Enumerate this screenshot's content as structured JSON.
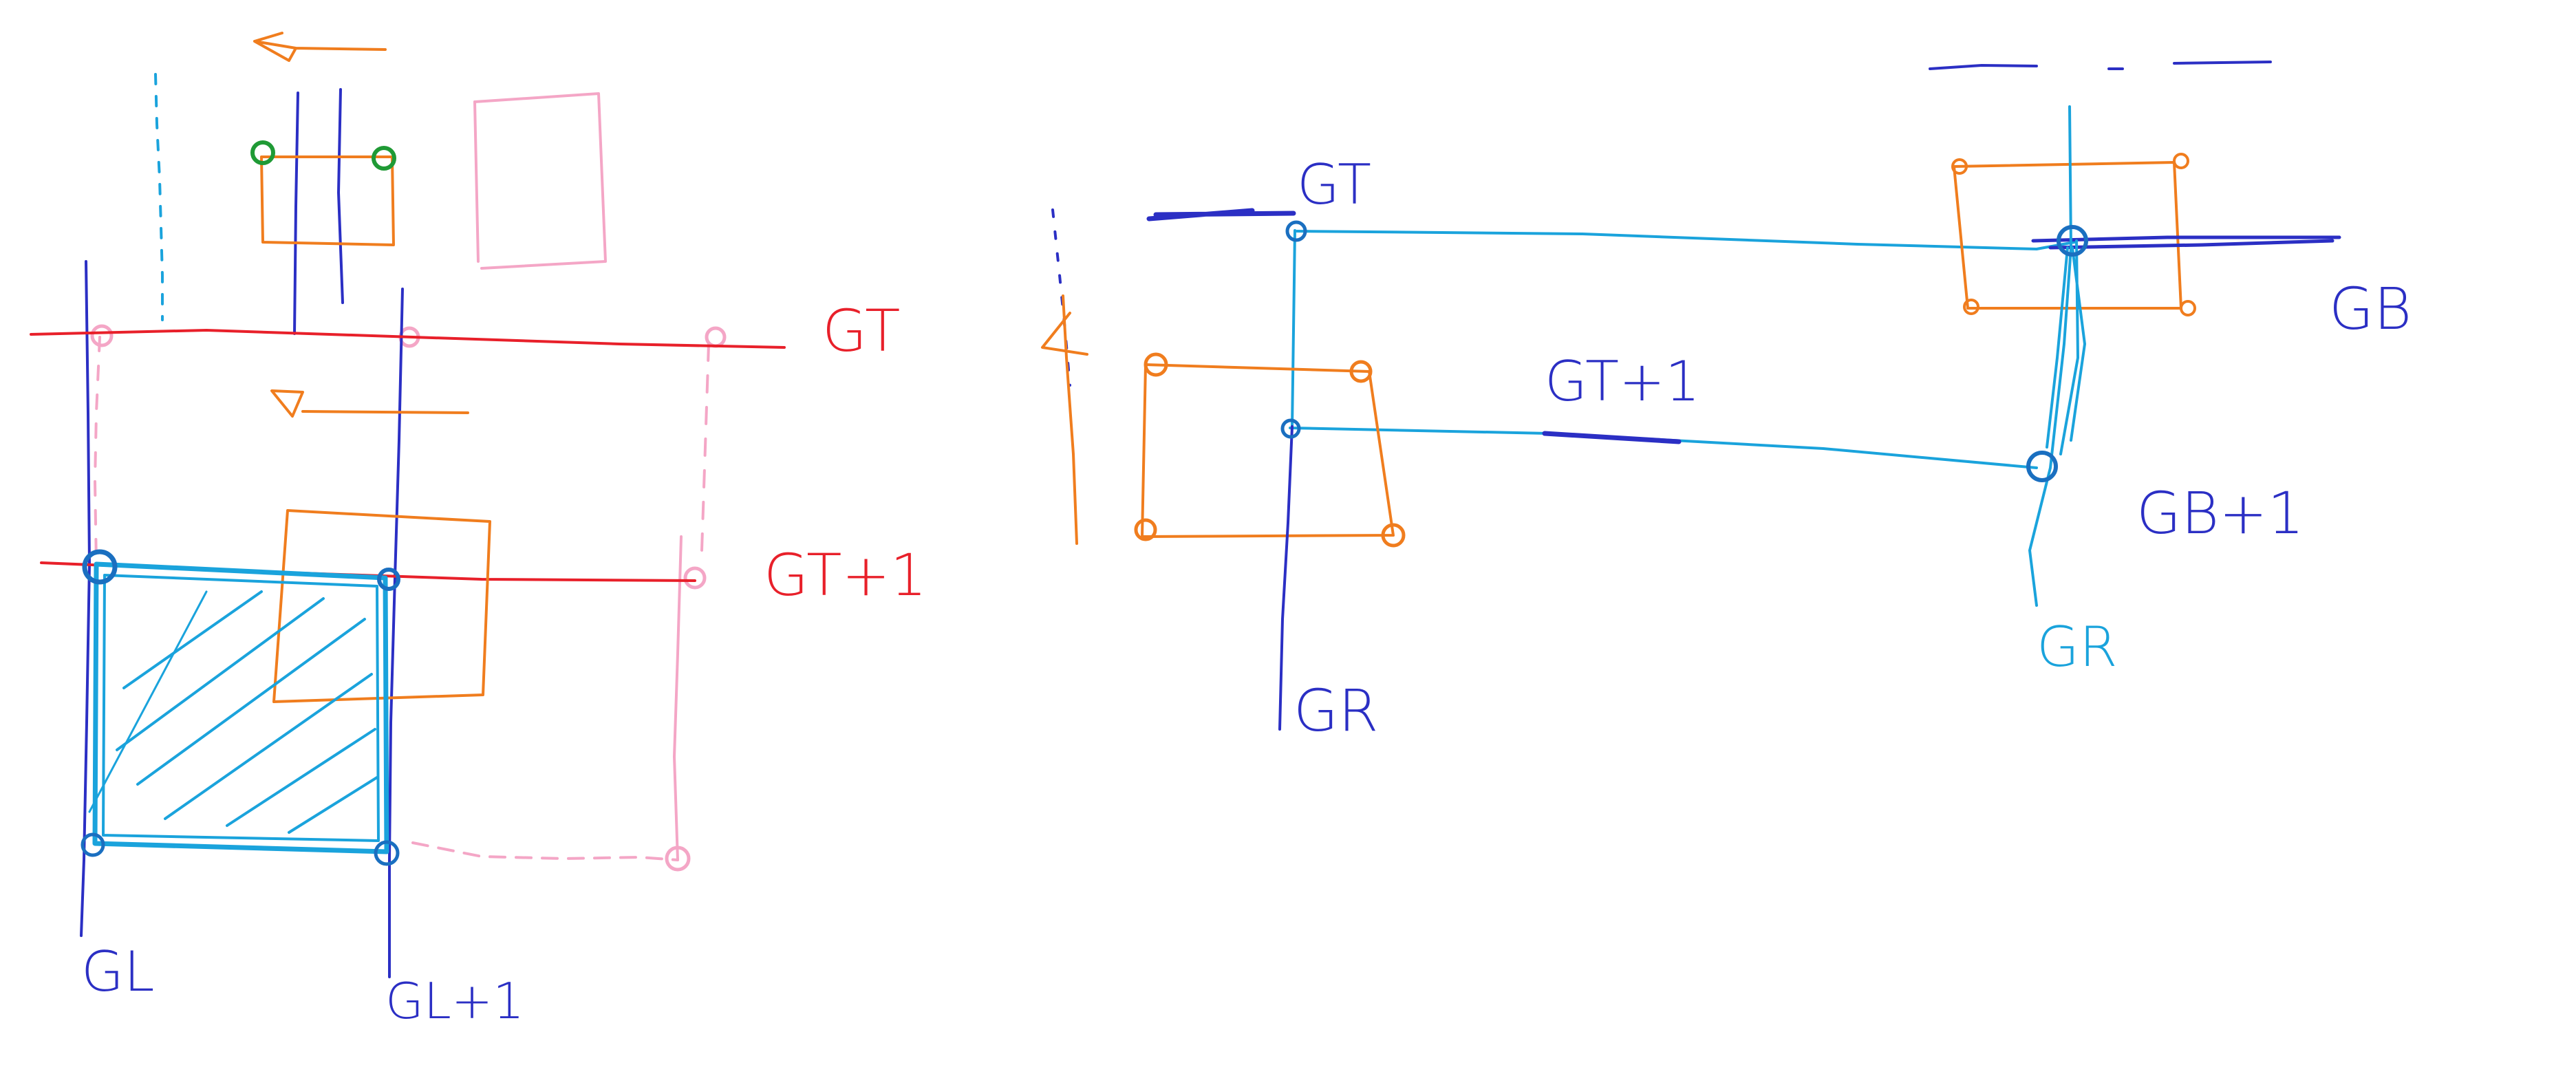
{
  "labels": {
    "gt_left": "GT",
    "gt1_left": "GT+1",
    "gl": "GL",
    "gl1": "GL+1",
    "gt_right": "GT",
    "gt1_right": "GT+1",
    "gr_right1": "GR",
    "gb": "GB",
    "gb1": "GB+1",
    "gr_right2": "GR"
  },
  "colors": {
    "red": "#e8202a",
    "navy": "#2b2fc4",
    "cyan": "#1aa3dc",
    "orange": "#f07d1e",
    "pink": "#f4a6c6",
    "green": "#1f9a35",
    "background": "#ffffff"
  }
}
